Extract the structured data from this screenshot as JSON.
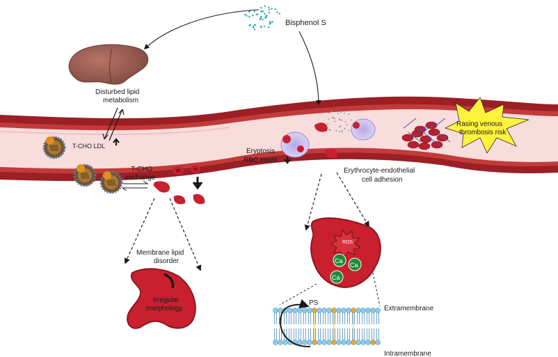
{
  "labels": {
    "bisphenol": "Bisphenol S",
    "disturbed_line1": "Disturbed lipid",
    "disturbed_line2": "metabolism",
    "tcho_ldl": "T-CHO LDL",
    "tcho_exchange_line1": "T-CHO",
    "tcho_exchange_line2": "exchange",
    "eryptosis_line1": "Eryptosis",
    "eryptosis_line2": "RBC count",
    "adhesion_line1": "Erythrocyte-endothelial",
    "adhesion_line2": "cell adhesion",
    "thrombosis_line1": "Rasing venous",
    "thrombosis_line2": "thrombosis risk",
    "membrane_line1": "Membrane lipid",
    "membrane_line2": "disorder",
    "irregular_line1": "Irregular",
    "irregular_line2": "morphology",
    "ros": "ROS",
    "ca": "Ca",
    "ps": "PS",
    "extramembrane": "Extramembrane",
    "intramembrane": "Intramembrane"
  },
  "colors": {
    "vessel_outer": "#9b1f24",
    "vessel_mid": "#c23a3a",
    "vessel_lumen": "#f9dcdc",
    "rbc": "#c8202f",
    "rbc_dark": "#8f1420",
    "calcium": "#1f8a3a",
    "starburst": "#fff23a",
    "lipid_head": "#8ccbe8",
    "ps_head": "#f2a818",
    "liver": "#9a5b52"
  }
}
